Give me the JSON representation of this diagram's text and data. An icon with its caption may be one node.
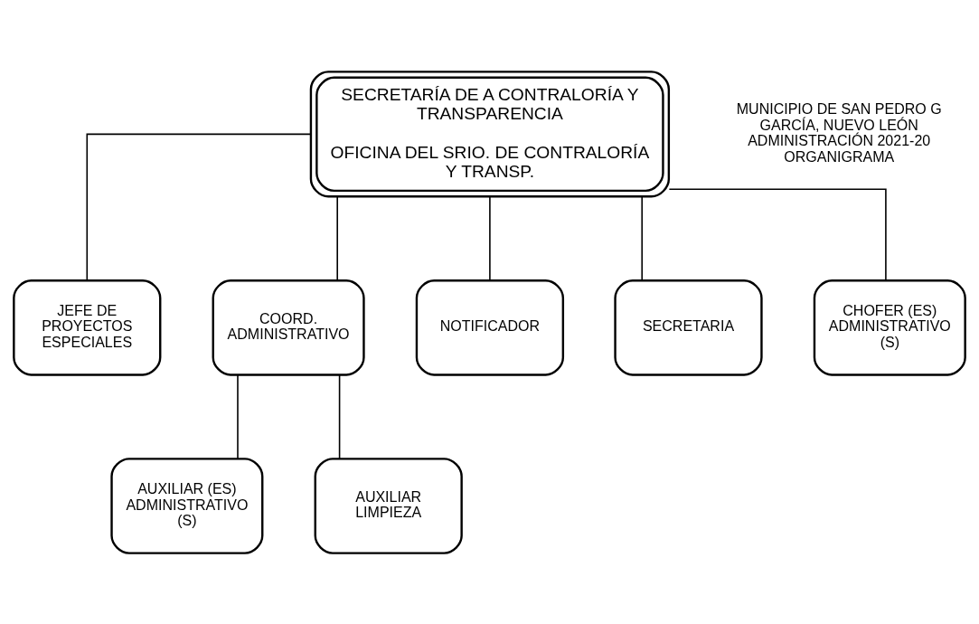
{
  "diagram": {
    "nodes": [
      {
        "text": [
          "SECRETARÍA DE A CONTRALORÍA Y TRANSPARENCIA",
          "OFICINA DEL SRIO. DE CONTRALORÍA Y TRANSP."
        ]
      },
      {
        "text": [
          "JEFE DE PROYECTOS ESPECIALES"
        ]
      },
      {
        "text": [
          "COORD. ADMINISTRATIVO"
        ]
      },
      {
        "text": [
          "NOTIFICADOR"
        ]
      },
      {
        "text": [
          "SECRETARIA"
        ]
      },
      {
        "text": [
          "CHOFER (ES) ADMINISTRATIVO (S)"
        ]
      },
      {
        "text": [
          "AUXILIAR (ES) ADMINISTRATIVO (S)"
        ]
      },
      {
        "text": [
          "AUXILIAR LIMPIEZA"
        ]
      }
    ],
    "edges": [
      {
        "from": 0,
        "to": 1,
        "arrow": "none"
      },
      {
        "from": 0,
        "to": 2,
        "arrow": "none"
      },
      {
        "from": 0,
        "to": 3,
        "arrow": "none"
      },
      {
        "from": 0,
        "to": 4,
        "arrow": "none"
      },
      {
        "from": 0,
        "to": 5,
        "arrow": "none"
      },
      {
        "from": 2,
        "to": 6,
        "arrow": "none"
      },
      {
        "from": 2,
        "to": 7,
        "arrow": "none"
      }
    ],
    "labels": [
      "MUNICIPIO DE SAN PEDRO G GARCÍA, NUEVO LEÓN",
      "ADMINISTRACIÓN 2021-20",
      "ORGANIGRAMA"
    ]
  }
}
